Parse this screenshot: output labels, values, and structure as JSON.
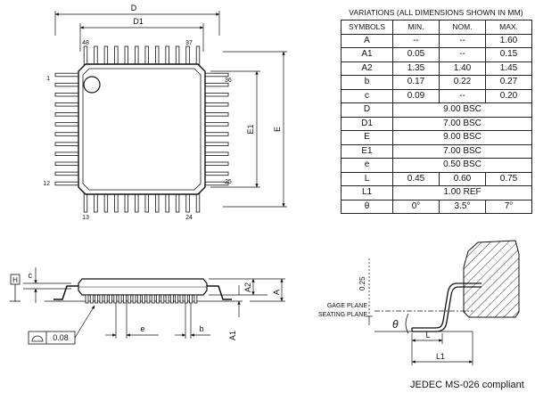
{
  "top_view": {
    "dim_D": "D",
    "dim_D1": "D1",
    "dim_E": "E",
    "dim_E1": "E1",
    "pins": {
      "p48": "48",
      "p37": "37",
      "p1": "1",
      "p36": "36",
      "p12": "12",
      "p25": "25",
      "p13": "13",
      "p24": "24"
    }
  },
  "side_view": {
    "datum": "H",
    "c": "c",
    "A2": "A2",
    "A": "A",
    "A1": "A1",
    "e": "e",
    "b": "b",
    "tolerance": "0.08"
  },
  "detail_view": {
    "gauge": "0.25",
    "gage_plane": "GAGE PLANE",
    "seating_plane": "SEATING PLANE",
    "theta": "θ",
    "L": "L",
    "L1": "L1"
  },
  "table": {
    "title": "VARIATIONS (ALL DIMENSIONS SHOWN IN MM)",
    "headers": [
      "SYMBOLS",
      "MIN.",
      "NOM.",
      "MAX."
    ],
    "rows": [
      [
        "A",
        "--",
        "--",
        "1.60"
      ],
      [
        "A1",
        "0.05",
        "--",
        "0.15"
      ],
      [
        "A2",
        "1.35",
        "1.40",
        "1.45"
      ],
      [
        "b",
        "0.17",
        "0.22",
        "0.27"
      ],
      [
        "c",
        "0.09",
        "--",
        "0.20"
      ],
      [
        "D",
        "9.00 BSC"
      ],
      [
        "D1",
        "7.00 BSC"
      ],
      [
        "E",
        "9.00 BSC"
      ],
      [
        "E1",
        "7.00 BSC"
      ],
      [
        "e",
        "0.50 BSC"
      ],
      [
        "L",
        "0.45",
        "0.60",
        "0.75"
      ],
      [
        "L1",
        "1.00 REF"
      ],
      [
        "θ",
        "0°",
        "3.5°",
        "7°"
      ]
    ]
  },
  "footnote": "JEDEC MS-026 compliant"
}
